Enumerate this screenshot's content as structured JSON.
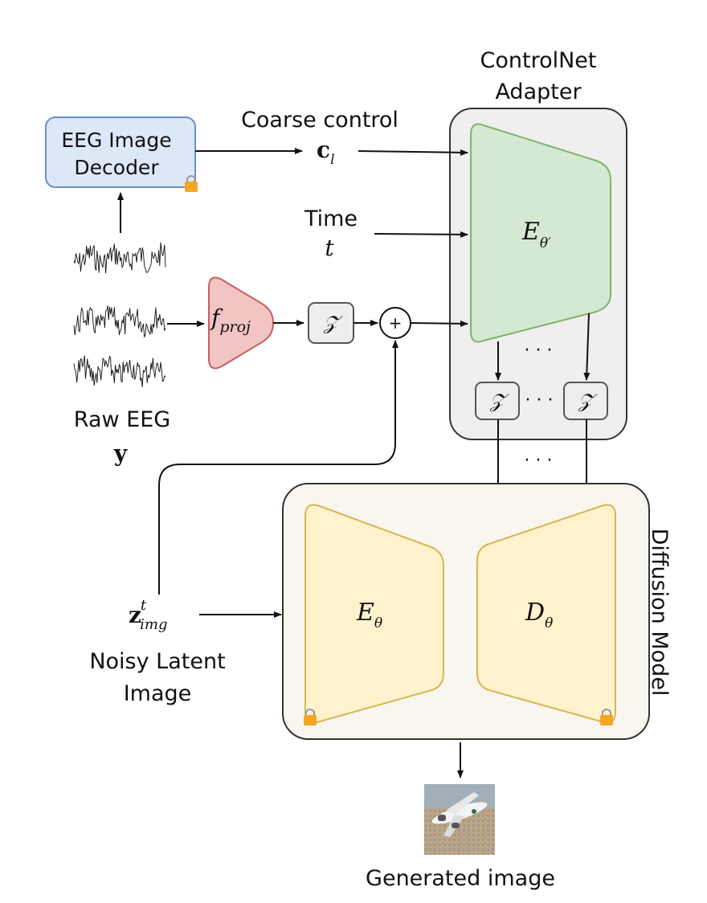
{
  "eeg_decoder": {
    "line1": "EEG Image",
    "line2": "Decoder"
  },
  "coarse_control": {
    "label": "Coarse control",
    "symbol": "c",
    "subscript": "l"
  },
  "time": {
    "label": "Time",
    "symbol": "t"
  },
  "controlnet": {
    "title_line1": "ControlNet",
    "title_line2": "Adapter",
    "encoder_symbol": "E",
    "encoder_subscript": "θ′",
    "dots": "· · ·"
  },
  "zero_conv_symbol": "𝒵",
  "projection": {
    "symbol": "f",
    "subscript": "proj"
  },
  "adder_symbol": "+",
  "raw_eeg": {
    "label": "Raw EEG",
    "symbol": "y"
  },
  "noisy_latent": {
    "symbol": "z",
    "superscript": "t",
    "subscript": "img",
    "label_line1": "Noisy Latent",
    "label_line2": "Image"
  },
  "diffusion": {
    "title": "Diffusion Model",
    "encoder_symbol": "E",
    "encoder_subscript": "θ",
    "decoder_symbol": "D",
    "decoder_subscript": "θ"
  },
  "output": {
    "label": "Generated image"
  },
  "colors": {
    "decoder_fill": "#dce8f8",
    "decoder_stroke": "#6a8ec4",
    "projection_fill": "#f2c4c4",
    "projection_stroke": "#c46060",
    "controlnet_box_fill": "#efefef",
    "controlnet_encoder_fill": "#d5e8d4",
    "controlnet_encoder_stroke": "#82b366",
    "diffusion_box_fill": "#f8f6ee",
    "diffusion_block_fill": "#fff2cc",
    "diffusion_block_stroke": "#d6b656",
    "lock": "#f5a623",
    "zero_conv_fill": "#eeeeee"
  }
}
